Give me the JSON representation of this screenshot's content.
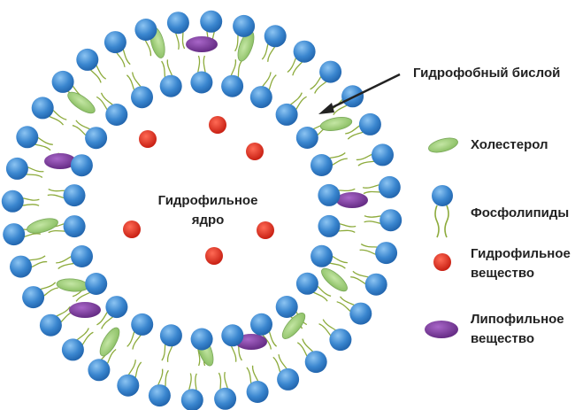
{
  "labels": {
    "bilayer": "Гидрофобный бислой",
    "core_line1": "Гидрофильное",
    "core_line2": "ядро"
  },
  "legend": {
    "cholesterol": "Холестерол",
    "phospholipids": "Фосфолипиды",
    "hydrophilic_line1": "Гидрофильное",
    "hydrophilic_line2": "вещество",
    "lipophilic_line1": "Липофильное",
    "lipophilic_line2": "вещество"
  },
  "colors": {
    "phospholipid_head": "#3a86cf",
    "phospholipid_tail": "#8dab3c",
    "cholesterol": "#9fcd7a",
    "hydrophilic": "#e02a1c",
    "lipophilic": "#7a3a9c",
    "arrow": "#222222",
    "text": "#222222"
  }
}
